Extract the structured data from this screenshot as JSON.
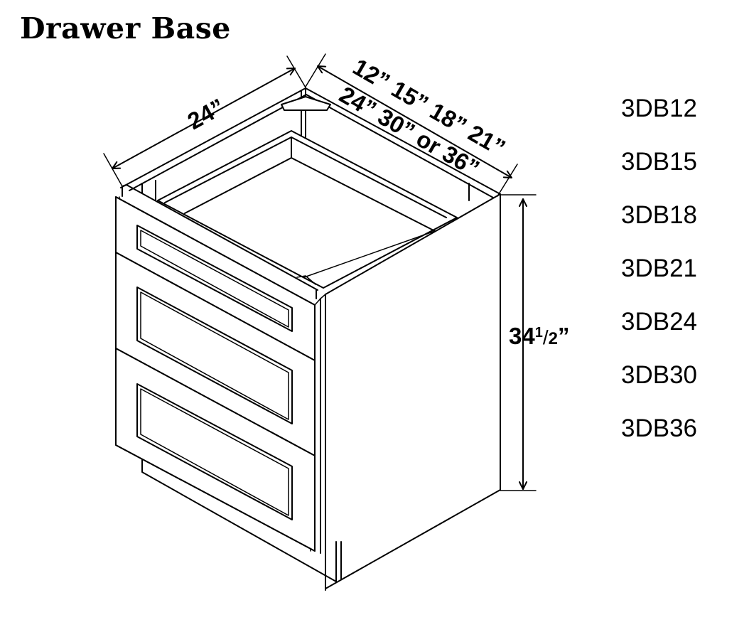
{
  "title": "Drawer Base",
  "dimensions": {
    "depth": "24”",
    "width_line1": "12” 15” 18” 21”",
    "width_line2": "24” 30” or 36”",
    "height_whole": "34",
    "height_num": "1",
    "height_den": "2",
    "height_unit": "”"
  },
  "models": [
    "3DB12",
    "3DB15",
    "3DB18",
    "3DB21",
    "3DB24",
    "3DB30",
    "3DB36"
  ],
  "colors": {
    "line": "#000000",
    "background": "#ffffff"
  }
}
